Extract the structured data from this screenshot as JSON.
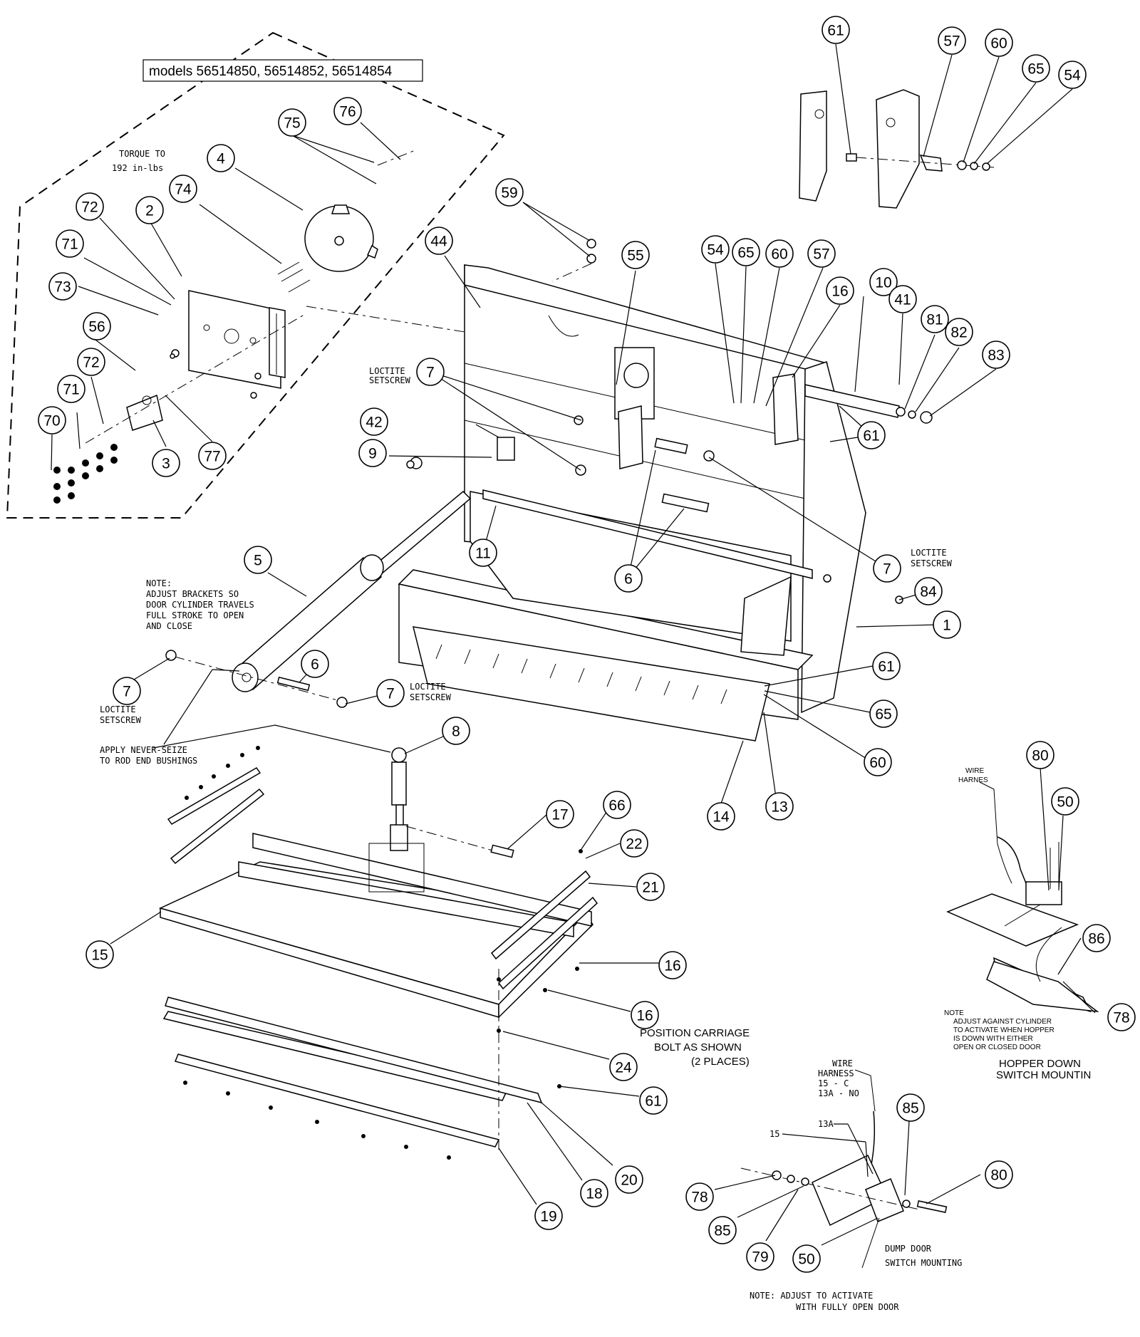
{
  "models_label": "models 56514850, 56514852, 56514854",
  "notes": {
    "torque": [
      "TORQUE TO",
      "192 in-lbs"
    ],
    "loctite_upper": [
      "LOCTITE",
      "SETSCREW"
    ],
    "loctite_right": [
      "LOCTITE",
      "SETSCREW"
    ],
    "loctite_left": [
      "LOCTITE",
      "SETSCREW"
    ],
    "loctite_bottom": [
      "LOCTITE",
      "SETSCREW"
    ],
    "adjust_brackets": [
      "NOTE:",
      "ADJUST BRACKETS SO",
      "DOOR CYLINDER TRAVELS",
      "FULL STROKE TO OPEN",
      "AND CLOSE"
    ],
    "never_seize": [
      "APPLY NEVER-SEIZE",
      "TO ROD END BUSHINGS"
    ],
    "carriage_bolt": [
      "POSITION CARRIAGE",
      "BOLT AS SHOWN",
      "(2 PLACES)"
    ],
    "wire_harnes_top": [
      "WIRE",
      "HARNES"
    ],
    "hopper_note": [
      "NOTE",
      "ADJUST AGAINST CYLINDER",
      "TO ACTIVATE WHEN HOPPER",
      "IS DOWN WITH EITHER",
      "OPEN OR CLOSED DOOR"
    ],
    "hopper_title": [
      "HOPPER DOWN",
      "SWITCH MOUNTIN"
    ],
    "wire_harness_bottom": [
      "WIRE",
      "HARNESS",
      "15 - C",
      "13A - NO"
    ],
    "label_15": "15",
    "label_13a": "13A",
    "dump_door_title": [
      "DUMP DOOR",
      "SWITCH MOUNTING"
    ],
    "bottom_note": [
      "NOTE:  ADJUST TO ACTIVATE",
      "WITH FULLY OPEN DOOR"
    ]
  },
  "balloons": [
    {
      "n": "61"
    },
    {
      "n": "57"
    },
    {
      "n": "60"
    },
    {
      "n": "65"
    },
    {
      "n": "54"
    },
    {
      "n": "75"
    },
    {
      "n": "76"
    },
    {
      "n": "4"
    },
    {
      "n": "74"
    },
    {
      "n": "2"
    },
    {
      "n": "72"
    },
    {
      "n": "71"
    },
    {
      "n": "73"
    },
    {
      "n": "56"
    },
    {
      "n": "72"
    },
    {
      "n": "71"
    },
    {
      "n": "70"
    },
    {
      "n": "3"
    },
    {
      "n": "77"
    },
    {
      "n": "59"
    },
    {
      "n": "44"
    },
    {
      "n": "55"
    },
    {
      "n": "54"
    },
    {
      "n": "65"
    },
    {
      "n": "60"
    },
    {
      "n": "57"
    },
    {
      "n": "16"
    },
    {
      "n": "10"
    },
    {
      "n": "41"
    },
    {
      "n": "81"
    },
    {
      "n": "82"
    },
    {
      "n": "83"
    },
    {
      "n": "7"
    },
    {
      "n": "42"
    },
    {
      "n": "9"
    },
    {
      "n": "61"
    },
    {
      "n": "11"
    },
    {
      "n": "6"
    },
    {
      "n": "7"
    },
    {
      "n": "84"
    },
    {
      "n": "1"
    },
    {
      "n": "5"
    },
    {
      "n": "7"
    },
    {
      "n": "6"
    },
    {
      "n": "7"
    },
    {
      "n": "61"
    },
    {
      "n": "65"
    },
    {
      "n": "60"
    },
    {
      "n": "8"
    },
    {
      "n": "14"
    },
    {
      "n": "13"
    },
    {
      "n": "17"
    },
    {
      "n": "66"
    },
    {
      "n": "22"
    },
    {
      "n": "21"
    },
    {
      "n": "15"
    },
    {
      "n": "16"
    },
    {
      "n": "16"
    },
    {
      "n": "24"
    },
    {
      "n": "61"
    },
    {
      "n": "18"
    },
    {
      "n": "20"
    },
    {
      "n": "19"
    },
    {
      "n": "80"
    },
    {
      "n": "50"
    },
    {
      "n": "86"
    },
    {
      "n": "78"
    },
    {
      "n": "85"
    },
    {
      "n": "80"
    },
    {
      "n": "78"
    },
    {
      "n": "85"
    },
    {
      "n": "79"
    },
    {
      "n": "50"
    }
  ]
}
